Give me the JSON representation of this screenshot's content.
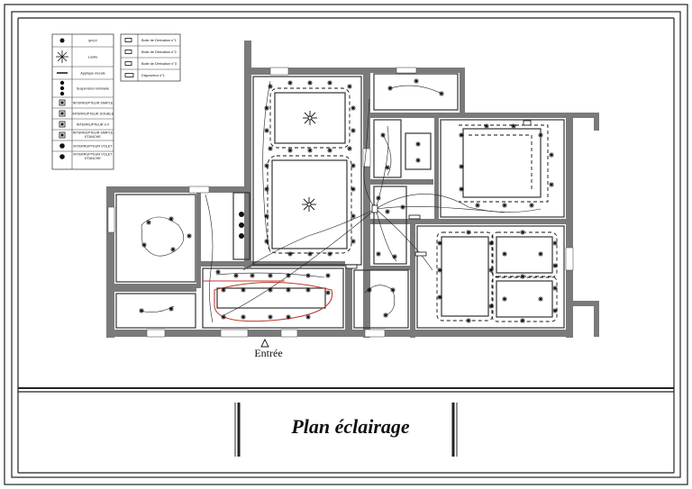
{
  "drawing": {
    "title": "Plan éclairage",
    "entrance_label": "Entrée"
  },
  "legend": {
    "symbols": [
      {
        "label": "SPOT",
        "icon": "spot-icon"
      },
      {
        "label": "Lustre",
        "icon": "chandelier-icon"
      },
      {
        "label": "Applique murale",
        "icon": "wall-light-icon"
      },
      {
        "label": "Suspension luminaire",
        "icon": "pendant-icon"
      },
      {
        "label": "INTERRUPTEUR SIMPLE",
        "icon": "switch-single-icon"
      },
      {
        "label": "INTERRUPTEUR DOUBLE",
        "icon": "switch-double-icon"
      },
      {
        "label": "INTERRUPTEUR V.V",
        "icon": "switch-two-way-icon"
      },
      {
        "label": "INTERRUPTEUR SIMPLE ETANCHE",
        "icon": "switch-waterproof-icon"
      },
      {
        "label": "INTERRUPTEUR VOLET",
        "icon": "shutter-switch-icon"
      },
      {
        "label": "INTERRUPTEUR VOLET ETANCHE",
        "icon": "shutter-switch-waterproof-icon"
      }
    ],
    "boxes": [
      {
        "label": "Boite de Dérivation n°1",
        "icon": "junction-box-icon"
      },
      {
        "label": "Boite de Dérivation n°2",
        "icon": "junction-box-icon"
      },
      {
        "label": "Boite de Dérivation n°3",
        "icon": "junction-box-icon"
      },
      {
        "label": "Disjoncteur n°1",
        "icon": "breaker-icon"
      }
    ]
  }
}
